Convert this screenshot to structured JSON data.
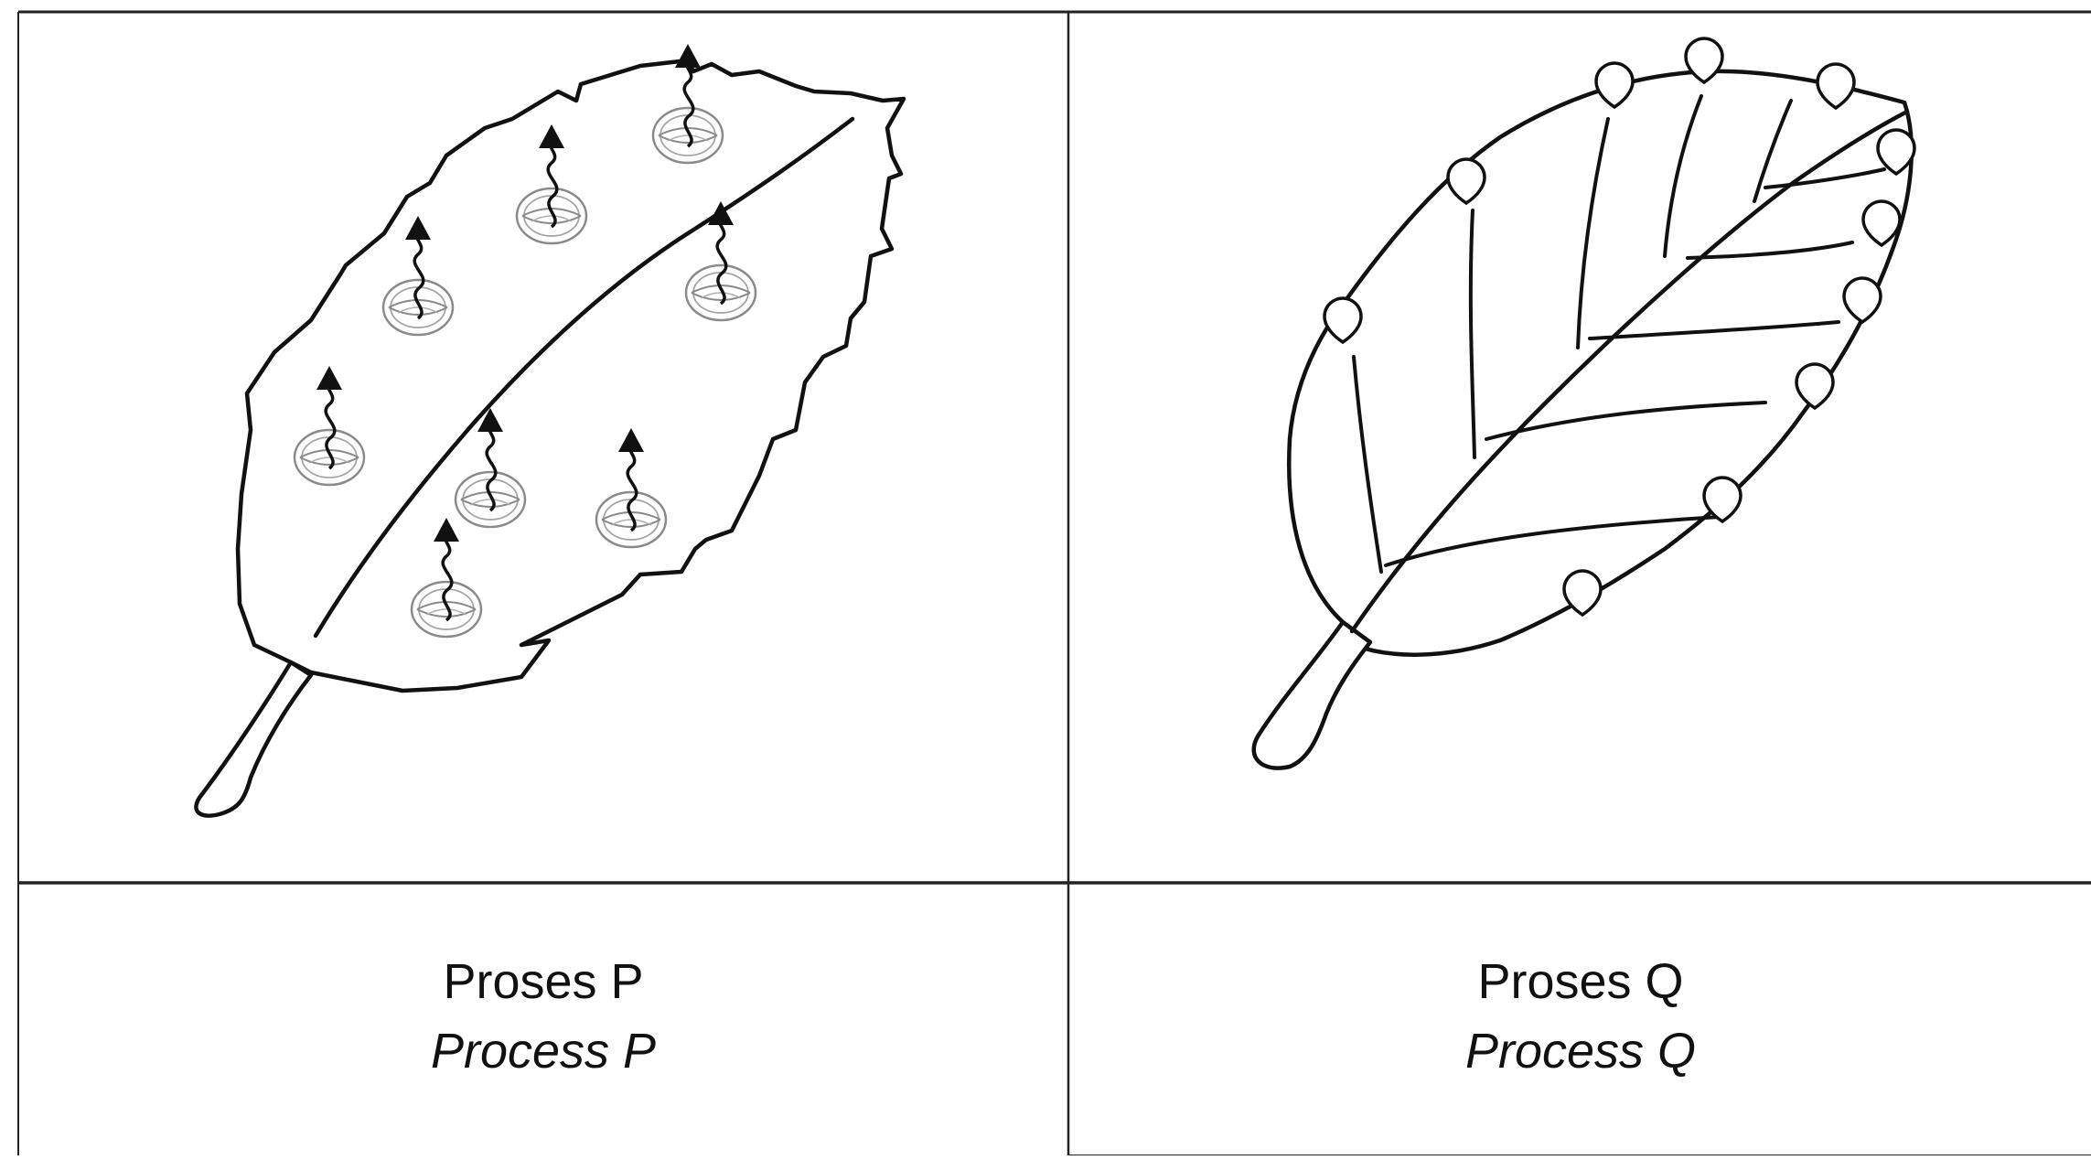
{
  "process_p": {
    "label_malay": "Proses P",
    "label_english": "Process P"
  },
  "process_q": {
    "label_malay": "Proses Q",
    "label_english": "Process Q"
  },
  "colors": {
    "line": "#111111",
    "stoma": "#8a8a8a",
    "background": "#ffffff"
  },
  "icons": {
    "process_p_marks": "stoma-with-wavy-arrow-icon",
    "process_q_marks": "water-droplet-icon"
  }
}
